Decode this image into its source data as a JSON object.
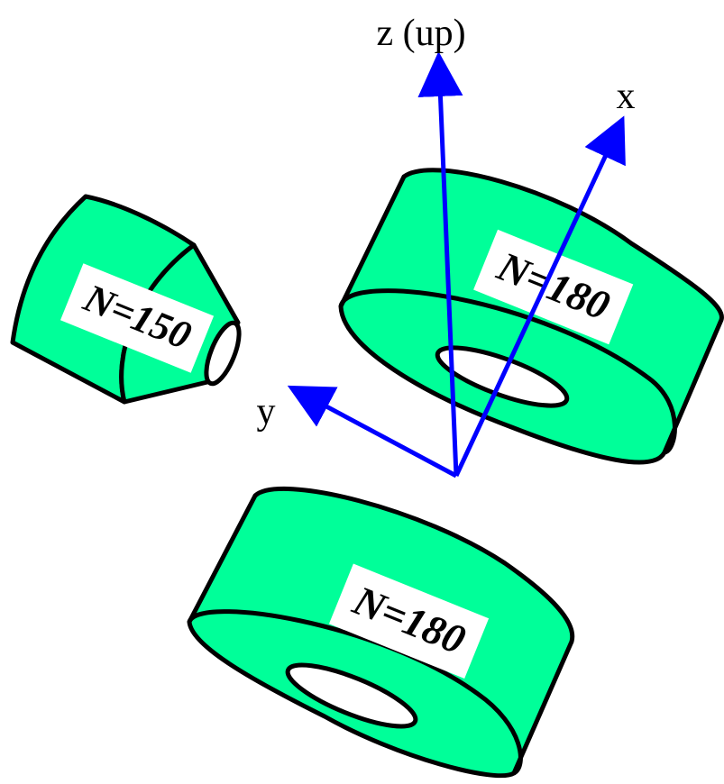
{
  "colors": {
    "body_fill": "#00ff99",
    "outline": "#000000",
    "axis": "#0000ff",
    "label_bg": "#ffffff",
    "background": "#ffffff"
  },
  "axes": {
    "z_label": "z (up)",
    "x_label": "x",
    "y_label": "y"
  },
  "objects": {
    "cone_label": "N=150",
    "upper_ring_label": "N=180",
    "lower_ring_label": "N=180"
  }
}
